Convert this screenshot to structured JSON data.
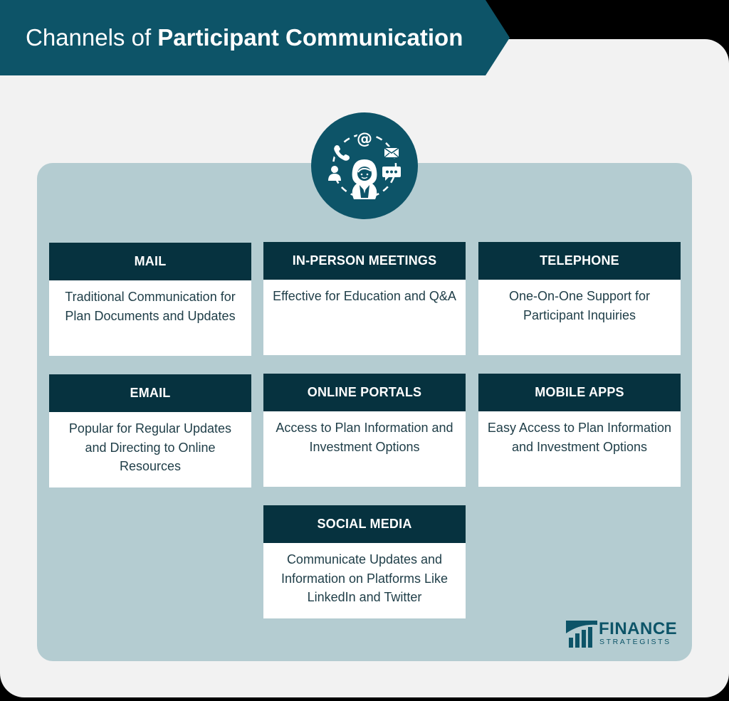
{
  "header": {
    "title_light": "Channels of",
    "title_bold": "Participant Communication"
  },
  "hub_icon": "communication-channels-icon",
  "channels": [
    {
      "title": "MAIL",
      "description": "Traditional Communication for Plan Documents and Updates"
    },
    {
      "title": "IN-PERSON MEETINGS",
      "description": "Effective for Education and Q&A"
    },
    {
      "title": "TELEPHONE",
      "description": "One-On-One Support for Participant Inquiries"
    },
    {
      "title": "EMAIL",
      "description": "Popular for Regular Updates and Directing to Online Resources"
    },
    {
      "title": "ONLINE PORTALS",
      "description": "Access to Plan Information and Investment Options"
    },
    {
      "title": "MOBILE APPS",
      "description": "Easy Access to Plan Information and Investment Options"
    },
    {
      "title": "SOCIAL MEDIA",
      "description": "Communicate Updates and Information on Platforms Like LinkedIn and Twitter"
    }
  ],
  "logo": {
    "name": "FINANCE",
    "tagline": "STRATEGISTS"
  },
  "colors": {
    "banner": "#0d5468",
    "card_header": "#06323f",
    "panel": "#b4ccd1",
    "frame": "#f2f2f2"
  }
}
